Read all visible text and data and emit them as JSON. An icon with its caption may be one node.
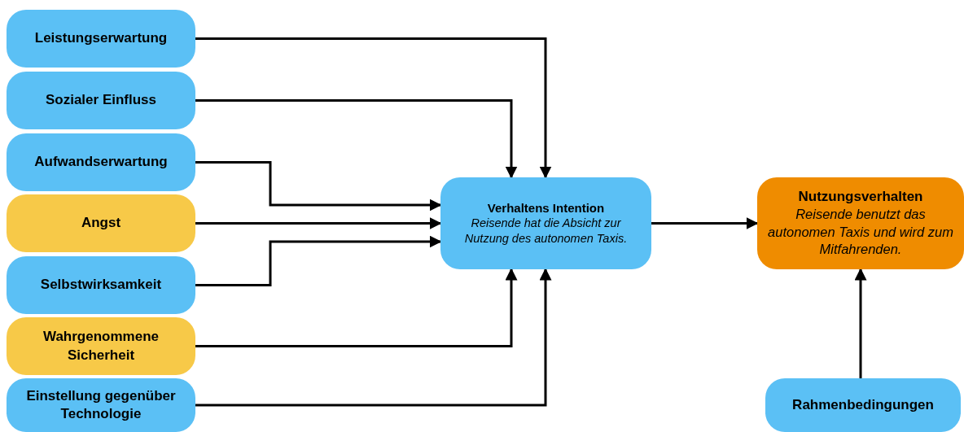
{
  "diagram": {
    "nodes": [
      {
        "text": [
          "Leistungserwartung"
        ]
      },
      {
        "text": [
          "Sozialer Einfluss"
        ]
      },
      {
        "text": [
          "Aufwandserwartung"
        ]
      },
      {
        "text": [
          "Angst"
        ]
      },
      {
        "text": [
          "Selbstwirksamkeit"
        ]
      },
      {
        "text": [
          "Wahrgenommene Sicherheit"
        ]
      },
      {
        "text": [
          "Einstellung gegenüber Technologie"
        ]
      },
      {
        "text": [
          "Verhaltens Intention",
          "Reisende hat die Absicht zur Nutzung des autonomen Taxis."
        ]
      },
      {
        "text": [
          "Nutzungsverhalten",
          "Reisende benutzt das autonomen Taxis und wird zum Mitfahrenden."
        ]
      },
      {
        "text": [
          "Rahmenbedingungen"
        ]
      }
    ],
    "edges": [
      {
        "from": 0,
        "to": 7,
        "arrow": "to"
      },
      {
        "from": 1,
        "to": 7,
        "arrow": "to"
      },
      {
        "from": 2,
        "to": 7,
        "arrow": "to"
      },
      {
        "from": 3,
        "to": 7,
        "arrow": "to"
      },
      {
        "from": 4,
        "to": 7,
        "arrow": "to"
      },
      {
        "from": 5,
        "to": 7,
        "arrow": "to"
      },
      {
        "from": 6,
        "to": 7,
        "arrow": "to"
      },
      {
        "from": 7,
        "to": 8,
        "arrow": "to"
      },
      {
        "from": 9,
        "to": 8,
        "arrow": "to"
      }
    ]
  }
}
